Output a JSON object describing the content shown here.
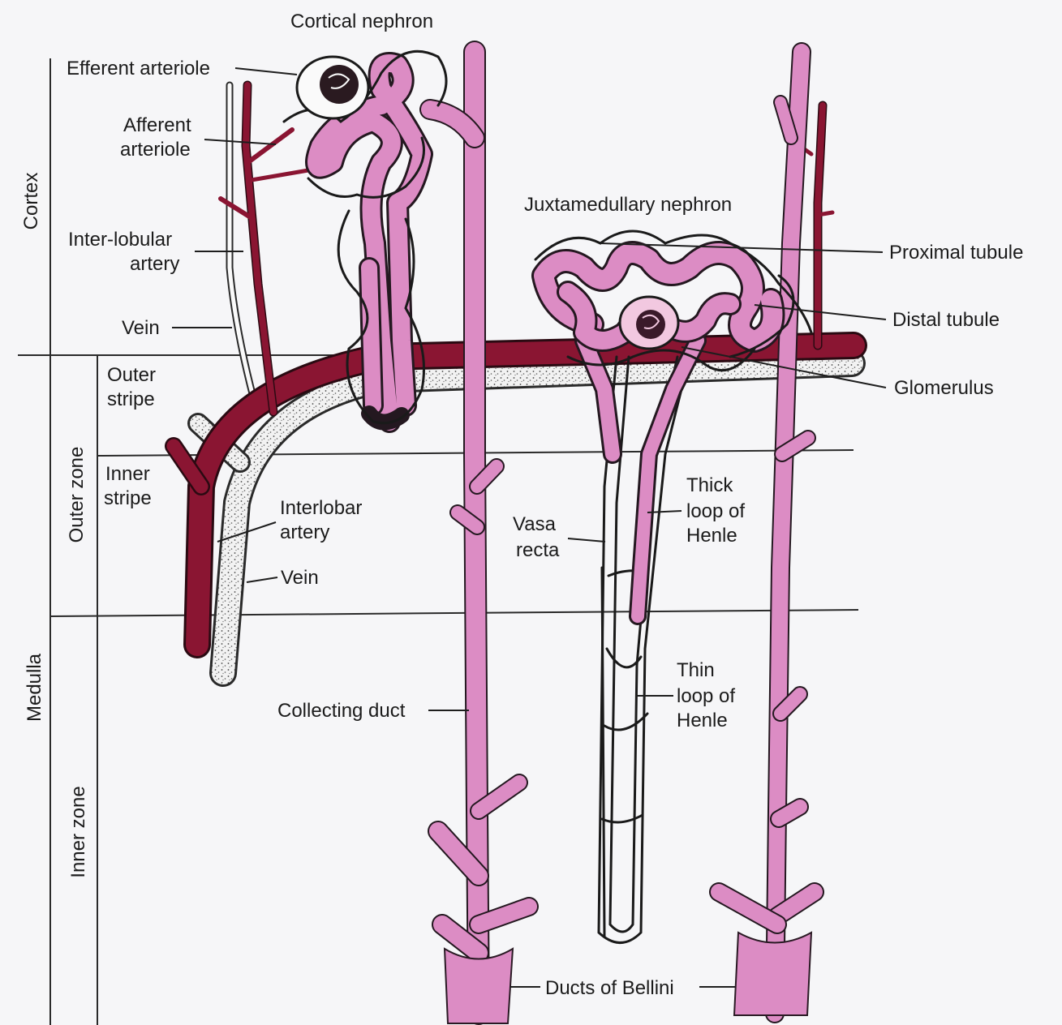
{
  "labels": {
    "cortical_nephron": "Cortical nephron",
    "efferent_arteriole": "Efferent arteriole",
    "afferent_arteriole_1": "Afferent",
    "afferent_arteriole_2": "arteriole",
    "interlobular_artery_1": "Inter-lobular",
    "interlobular_artery_2": "artery",
    "vein_upper": "Vein",
    "juxtamedullary_nephron": "Juxtamedullary nephron",
    "proximal_tubule": "Proximal tubule",
    "distal_tubule": "Distal tubule",
    "glomerulus": "Glomerulus",
    "outer_stripe_1": "Outer",
    "outer_stripe_2": "stripe",
    "inner_stripe_1": "Inner",
    "inner_stripe_2": "stripe",
    "interlobar_artery_1": "Interlobar",
    "interlobar_artery_2": "artery",
    "vein_lower": "Vein",
    "vasa_recta_1": "Vasa",
    "vasa_recta_2": "recta",
    "thick_loop_1": "Thick",
    "thick_loop_2": "loop of",
    "thick_loop_3": "Henle",
    "thin_loop_1": "Thin",
    "thin_loop_2": "loop of",
    "thin_loop_3": "Henle",
    "collecting_duct": "Collecting duct",
    "ducts_of_bellini": "Ducts of Bellini"
  },
  "zones": {
    "cortex": "Cortex",
    "outer_zone": "Outer zone",
    "medulla": "Medulla",
    "inner_zone": "Inner zone"
  },
  "colors": {
    "tubule_pink": "#dc8cc4",
    "artery_red": "#8a1532",
    "vein_speckle": "#f0f0f0",
    "background": "#f6f6f8"
  }
}
